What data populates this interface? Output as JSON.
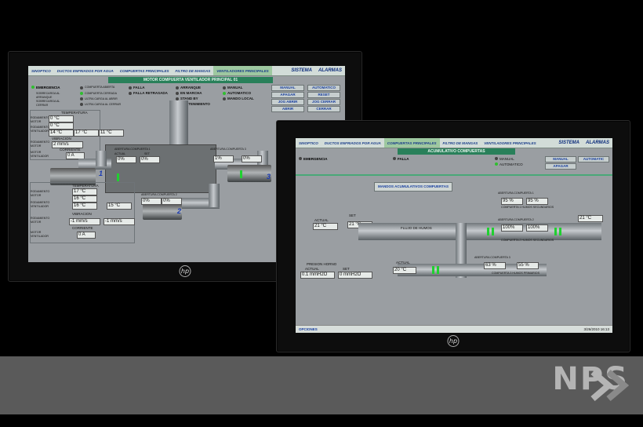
{
  "left_screen": {
    "nav": [
      "SINOPTICO",
      "DUCTOS ENFRIADOS POR AGUA",
      "COMPUERTAS PRINCIPALES",
      "FILTRO DE MANGAS",
      "VENTILADORES PRINCIPALES"
    ],
    "sistema": "SISTEMA",
    "alarmas": "ALARMAS",
    "title": "MOTOR COMPUERTA VENTILADOR PRINCIPAL 01",
    "status": [
      "EMERGENCIA",
      "FALLA",
      "FALLA RETRASADA",
      "ARRANQUE",
      "EN MARCHA",
      "STAND BY",
      "MANTENIMIENTO",
      "MANUAL",
      "AUTOMATICO",
      "MANDO LOCAL"
    ],
    "sublabels": [
      "SOBRECARGA AL ARRANQUE",
      "SOBRECARGA AL CERRAR",
      "COMPUERTA ABIERTA",
      "COMPUERTA CERRADA",
      "ULTRA CARGA AL ABRIR",
      "ULTRA CARGA AL CERRAR"
    ],
    "buttons": [
      "MANUAL",
      "AUTOMATICO",
      "APAGAR",
      "RESET",
      "JOG ABRIR",
      "JOG CERRAR",
      "ABRIR",
      "CERRAR"
    ],
    "temperatura": "TEMPERATURA",
    "vibracion": "VIBRACION",
    "corriente": "CORRIENTE",
    "rodamiento_motor": "RODAMIENTO MOTOR",
    "rodamiento_vent": "RODAMIENTO VENTILADOR",
    "motor_ventilador": "MOTOR VENTILADOR",
    "temp_top": [
      "0 °C",
      "0 °C",
      "14 °C",
      "17 °C",
      "11 °C"
    ],
    "vib_top": "2 mm/s",
    "curr_top": "0 A",
    "temp_bottom": [
      "17 °C",
      "16 °C",
      "16 °C",
      "15 °C"
    ],
    "vib_bottom": "-1 mm/s",
    "curr_bottom": "0 A",
    "abertura1": "ABERTURA COMPUERTA 1",
    "abertura2": "ABERTURA COMPUERTA 2",
    "abertura3": "ABERTURA COMPUERTA 3",
    "actual": "ACTUAL",
    "set": "SET",
    "pct": [
      "0%",
      "0%",
      "0%",
      "0%",
      "1%",
      "0%"
    ],
    "unit_numbers": [
      "1",
      "2",
      "3"
    ]
  },
  "right_screen": {
    "nav": [
      "SINOPTICO",
      "DUCTOS ENFRIADOS POR AGUA",
      "COMPUERTAS PRINCIPALES",
      "FILTRO DE MANGAS",
      "VENTILADORES PRINCIPALES"
    ],
    "sistema": "SISTEMA",
    "alarmas": "ALARMAS",
    "title": "ACUMULATIVO COMPUERTAS",
    "status": [
      "EMERGENCIA",
      "FALLA",
      "MANUAL",
      "AUTOMATICO"
    ],
    "buttons": [
      "MANUAL",
      "AUTOMATIC",
      "APAGAR"
    ],
    "mandos": "MANDOS ACUMULATIVOS COMPUERTAS",
    "flujo": "FLUJO DE HUMOS",
    "presion": "PRESION HORNO",
    "actual": "ACTUAL",
    "set": "SET",
    "temp_actual": "21 °C",
    "temp_set": "21 °C",
    "temp_right": "21 °C",
    "temp_lower": "20 °C",
    "presion_actual": "0.1 mmH2O",
    "presion_set": "0 mmH2O",
    "ab1": "ABERTURA COMPUERTA 1",
    "ab2": "ABERTURA COMPUERTA 2",
    "ab3": "ABERTURA COMPUERTA 3",
    "ab1_vals": [
      "95 %",
      "95 %"
    ],
    "ab2_vals": [
      "100%",
      "100%"
    ],
    "ab3_vals": [
      "63 %",
      "55 %"
    ],
    "comp1_lbl": "COMPUERTA 1 HUMOS SECUNDARIOS",
    "comp2_lbl": "COMPUERTA 2 HUMOS SECUNDARIOS",
    "comp3_lbl": "COMPUERTA 3 HUMOS PRIMARIOS",
    "footer_left": "OPCIONES",
    "footer_right": "3/26/2010 16:13"
  },
  "brand": {
    "logo": "NPS",
    "hp": "hp"
  }
}
